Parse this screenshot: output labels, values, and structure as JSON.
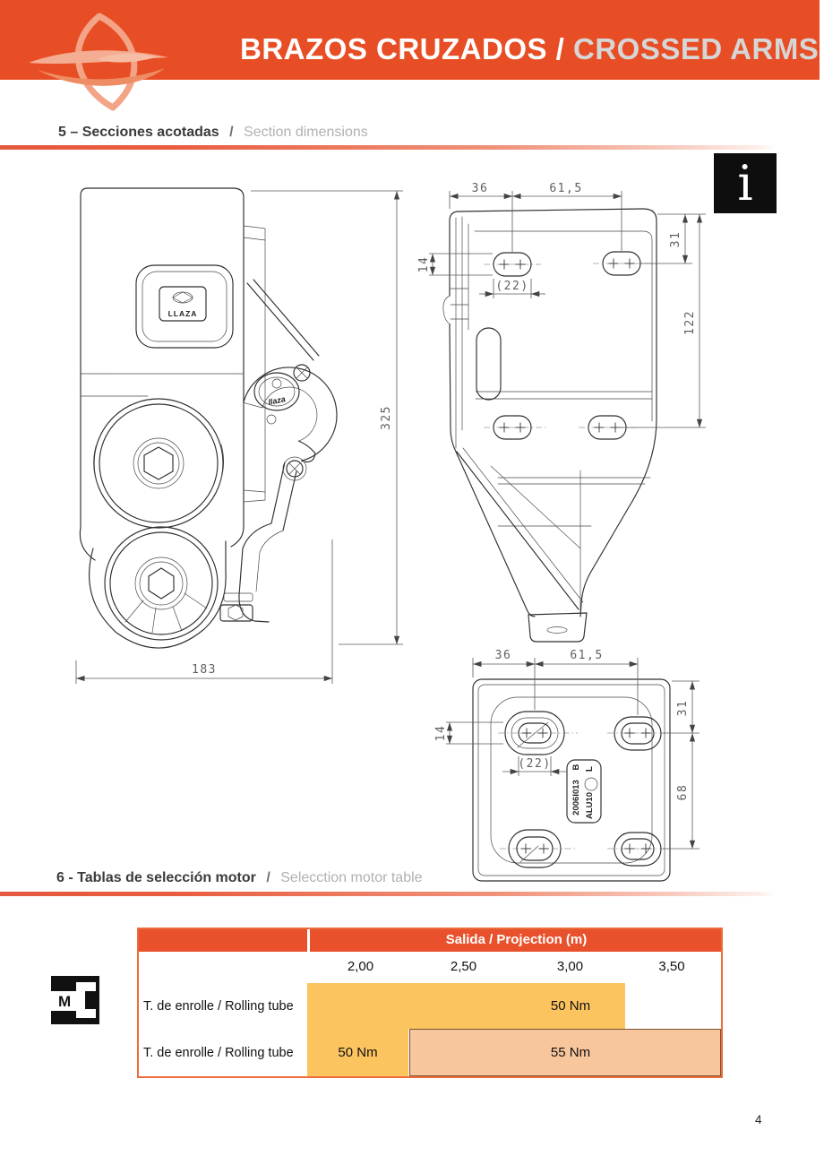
{
  "page": {
    "number": "4"
  },
  "banner": {
    "title_part1": "BRAZOS CRUZADOS /",
    "title_part2": " CROSSED ARMS",
    "bg_color": "#E84E25",
    "logo_color": "#F2A184"
  },
  "section5": {
    "title_es": "5 – Secciones acotadas",
    "separator": "/",
    "title_en": "Section dimensions"
  },
  "section6": {
    "title_es": "6 - Tablas de selección motor",
    "separator": "/",
    "title_en": "Selecction motor table"
  },
  "info_badge": {
    "glyph": "i"
  },
  "drawings": {
    "front_view": {
      "dim_height": "325",
      "dim_width": "183",
      "plate_logo": "LLAZA",
      "hub_logo": "llaza"
    },
    "side_view": {
      "dim_top_left": "36",
      "dim_top_right": "61,5",
      "dim_right_upper": "31",
      "dim_right_lower": "122",
      "dim_left": "14",
      "dim_slot": "(22)"
    },
    "plate_view": {
      "dim_top_left": "36",
      "dim_top_right": "61,5",
      "dim_right_upper": "31",
      "dim_right_lower": "68",
      "dim_left": "14",
      "dim_slot": "(22)",
      "part_number": "2006I013",
      "revision": "B",
      "material": "ALU10",
      "mark": "L"
    }
  },
  "motor_table": {
    "header": "Salida  / Projection   (m)",
    "columns": [
      "2,00",
      "2,50",
      "3,00",
      "3,50"
    ],
    "rows": [
      {
        "label": "T. de enrolle  / Rolling tube",
        "value": "50 Nm"
      },
      {
        "label": "T. de enrolle  / Rolling tube",
        "value_yellow": "50 Nm",
        "value_peach": "55 Nm"
      }
    ],
    "colors": {
      "header_bg": "#E8512C",
      "band_yellow": "#FCC45F",
      "band_peach": "#F8C69C",
      "peach_border": "#7A5233",
      "table_border": "#ED6C3C"
    }
  }
}
